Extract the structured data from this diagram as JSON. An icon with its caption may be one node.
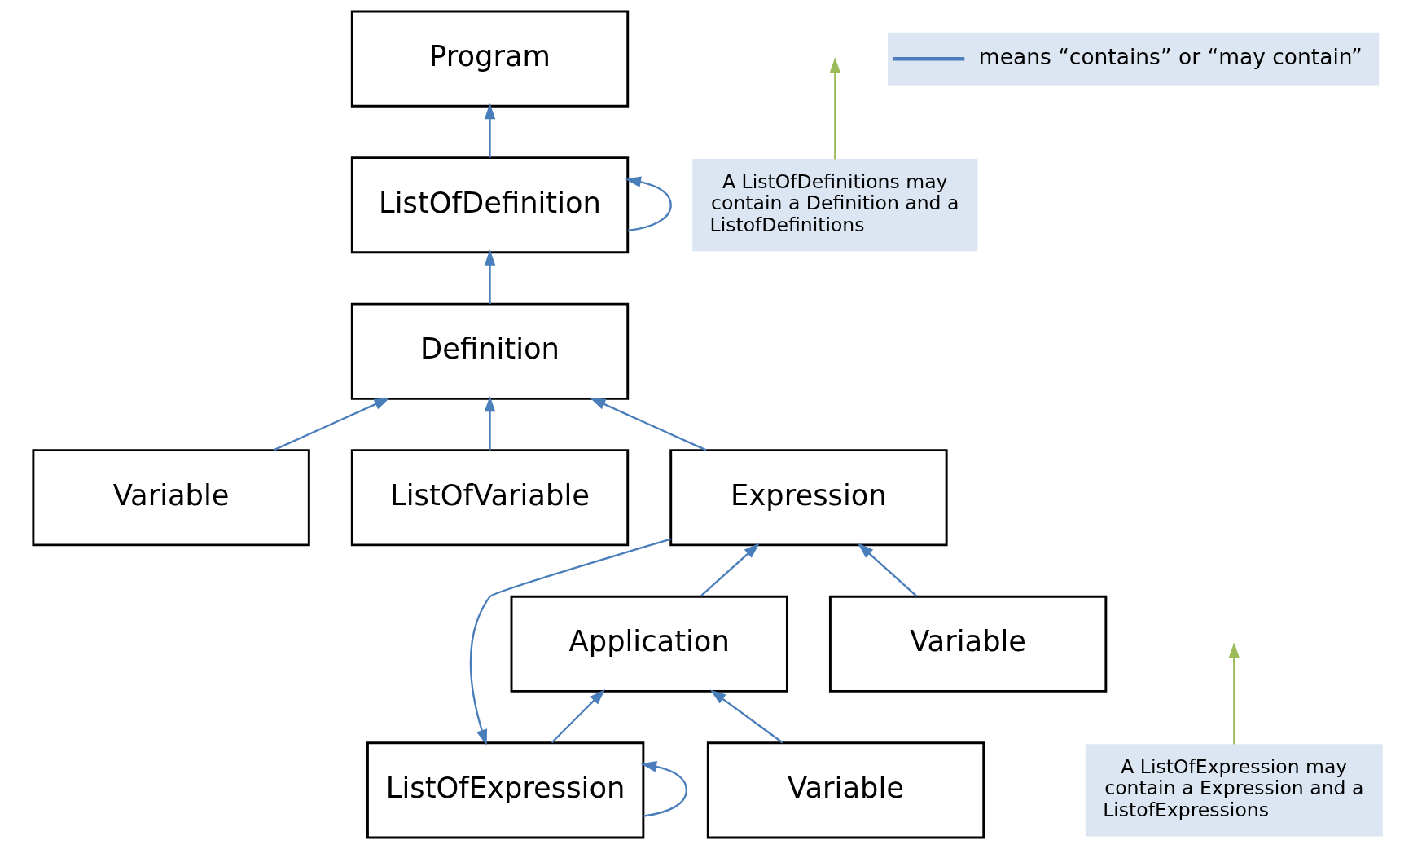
{
  "diagram": {
    "nodes": [
      {
        "text": [
          "Program"
        ]
      },
      {
        "text": [
          "ListOfDefinition"
        ]
      },
      {
        "text": [
          "Definition"
        ]
      },
      {
        "text": [
          "Variable"
        ]
      },
      {
        "text": [
          "ListOfVariable"
        ]
      },
      {
        "text": [
          "Expression"
        ]
      },
      {
        "text": [
          "Variable"
        ]
      },
      {
        "text": [
          "Application"
        ]
      },
      {
        "text": [
          "Variable"
        ]
      },
      {
        "text": [
          "ListOfExpression"
        ]
      },
      {
        "text": [
          "A ListOfDefinitions may contain a Definition and a ListofDefinitions"
        ]
      },
      {
        "text": [
          "A ListOfExpression may contain a Expression and a ListofExpressions"
        ]
      }
    ],
    "edges": [
      {
        "from": 1,
        "to": 0,
        "arrow": "to"
      },
      {
        "from": 1,
        "to": 1,
        "arrow": "to"
      },
      {
        "from": 2,
        "to": 1,
        "arrow": "to"
      },
      {
        "from": 3,
        "to": 2,
        "arrow": "to"
      },
      {
        "from": 4,
        "to": 2,
        "arrow": "to"
      },
      {
        "from": 5,
        "to": 2,
        "arrow": "to"
      },
      {
        "from": 6,
        "to": 5,
        "arrow": "to"
      },
      {
        "from": 7,
        "to": 5,
        "arrow": "to"
      },
      {
        "from": 5,
        "to": 9,
        "arrow": "to"
      },
      {
        "from": 8,
        "to": 7,
        "arrow": "to"
      },
      {
        "from": 9,
        "to": 7,
        "arrow": "to"
      },
      {
        "from": 9,
        "to": 9,
        "arrow": "to"
      },
      {
        "from": 10,
        "to": null,
        "arrow": "to",
        "color": "#9bbb59"
      },
      {
        "from": 11,
        "to": null,
        "arrow": "to",
        "color": "#9bbb59"
      }
    ],
    "legend": [
      {
        "text": "means “contains” or “may contain”"
      }
    ]
  }
}
